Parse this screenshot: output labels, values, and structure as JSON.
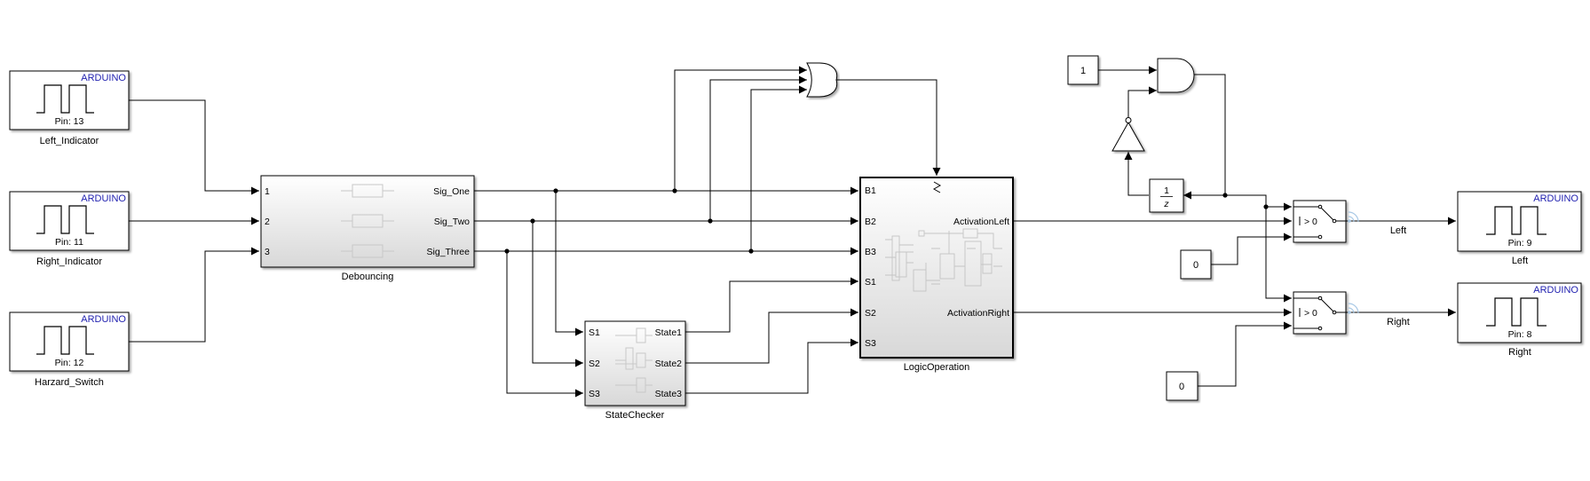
{
  "colors": {
    "arduino_label": "#1f1faf",
    "line": "#000000",
    "block_fill": "#ffffff",
    "subsystem_top": "#ffffff",
    "subsystem_bottom": "#d9d9d9",
    "wifi_icon": "#a9c9e6"
  },
  "sources": [
    {
      "badge": "ARDUINO",
      "pin": "Pin: 13",
      "name": "Left_Indicator"
    },
    {
      "badge": "ARDUINO",
      "pin": "Pin: 11",
      "name": "Right_Indicator"
    },
    {
      "badge": "ARDUINO",
      "pin": "Pin: 12",
      "name": "Harzard_Switch"
    }
  ],
  "debouncing": {
    "name": "Debouncing",
    "in_ports": [
      "1",
      "2",
      "3"
    ],
    "out_ports": [
      "Sig_One",
      "Sig_Two",
      "Sig_Three"
    ]
  },
  "state_checker": {
    "name": "StateChecker",
    "in_ports": [
      "S1",
      "S2",
      "S3"
    ],
    "out_ports": [
      "State1",
      "State2",
      "State3"
    ]
  },
  "logic_operation": {
    "name": "LogicOperation",
    "in_ports": [
      "B1",
      "B2",
      "B3",
      "S1",
      "S2",
      "S3"
    ],
    "out_ports": [
      "ActivationLeft",
      "ActivationRight"
    ]
  },
  "constants": {
    "one": "1",
    "zero_left": "0",
    "zero_right": "0"
  },
  "unit_delay": {
    "numerator": "1",
    "denominator": "z"
  },
  "switches": {
    "threshold_label": "> 0"
  },
  "signal_labels": {
    "left": "Left",
    "right": "Right"
  },
  "sinks": [
    {
      "badge": "ARDUINO",
      "pin": "Pin: 9",
      "name": "Left"
    },
    {
      "badge": "ARDUINO",
      "pin": "Pin: 8",
      "name": "Right"
    }
  ]
}
